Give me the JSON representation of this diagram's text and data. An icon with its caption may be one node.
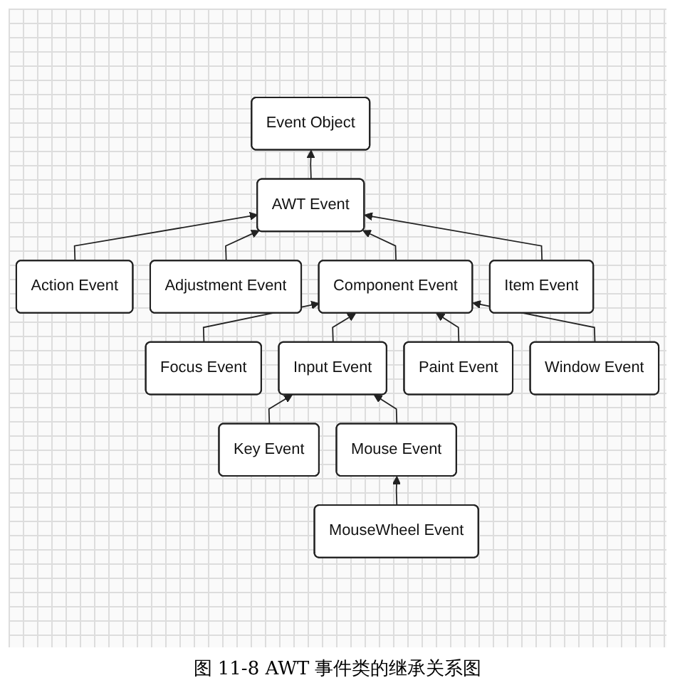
{
  "diagram": {
    "caption": "图 11-8 AWT 事件类的继承关系图",
    "nodes": [
      {
        "text": [
          "Event Object"
        ]
      },
      {
        "text": [
          "AWT Event"
        ]
      },
      {
        "text": [
          "Action Event"
        ]
      },
      {
        "text": [
          "Adjustment Event"
        ]
      },
      {
        "text": [
          "Component Event"
        ]
      },
      {
        "text": [
          "Item Event"
        ]
      },
      {
        "text": [
          "Focus Event"
        ]
      },
      {
        "text": [
          "Input Event"
        ]
      },
      {
        "text": [
          "Paint Event"
        ]
      },
      {
        "text": [
          "Window Event"
        ]
      },
      {
        "text": [
          "Key Event"
        ]
      },
      {
        "text": [
          "Mouse Event"
        ]
      },
      {
        "text": [
          "MouseWheel Event"
        ]
      }
    ],
    "edges": [
      {
        "from": 1,
        "to": 0,
        "arrow": "to"
      },
      {
        "from": 2,
        "to": 1,
        "arrow": "to"
      },
      {
        "from": 3,
        "to": 1,
        "arrow": "to"
      },
      {
        "from": 4,
        "to": 1,
        "arrow": "to"
      },
      {
        "from": 5,
        "to": 1,
        "arrow": "to"
      },
      {
        "from": 6,
        "to": 4,
        "arrow": "to"
      },
      {
        "from": 7,
        "to": 4,
        "arrow": "to"
      },
      {
        "from": 8,
        "to": 4,
        "arrow": "to"
      },
      {
        "from": 9,
        "to": 4,
        "arrow": "to"
      },
      {
        "from": 10,
        "to": 7,
        "arrow": "to"
      },
      {
        "from": 11,
        "to": 7,
        "arrow": "to"
      },
      {
        "from": 12,
        "to": 11,
        "arrow": "to"
      }
    ]
  }
}
